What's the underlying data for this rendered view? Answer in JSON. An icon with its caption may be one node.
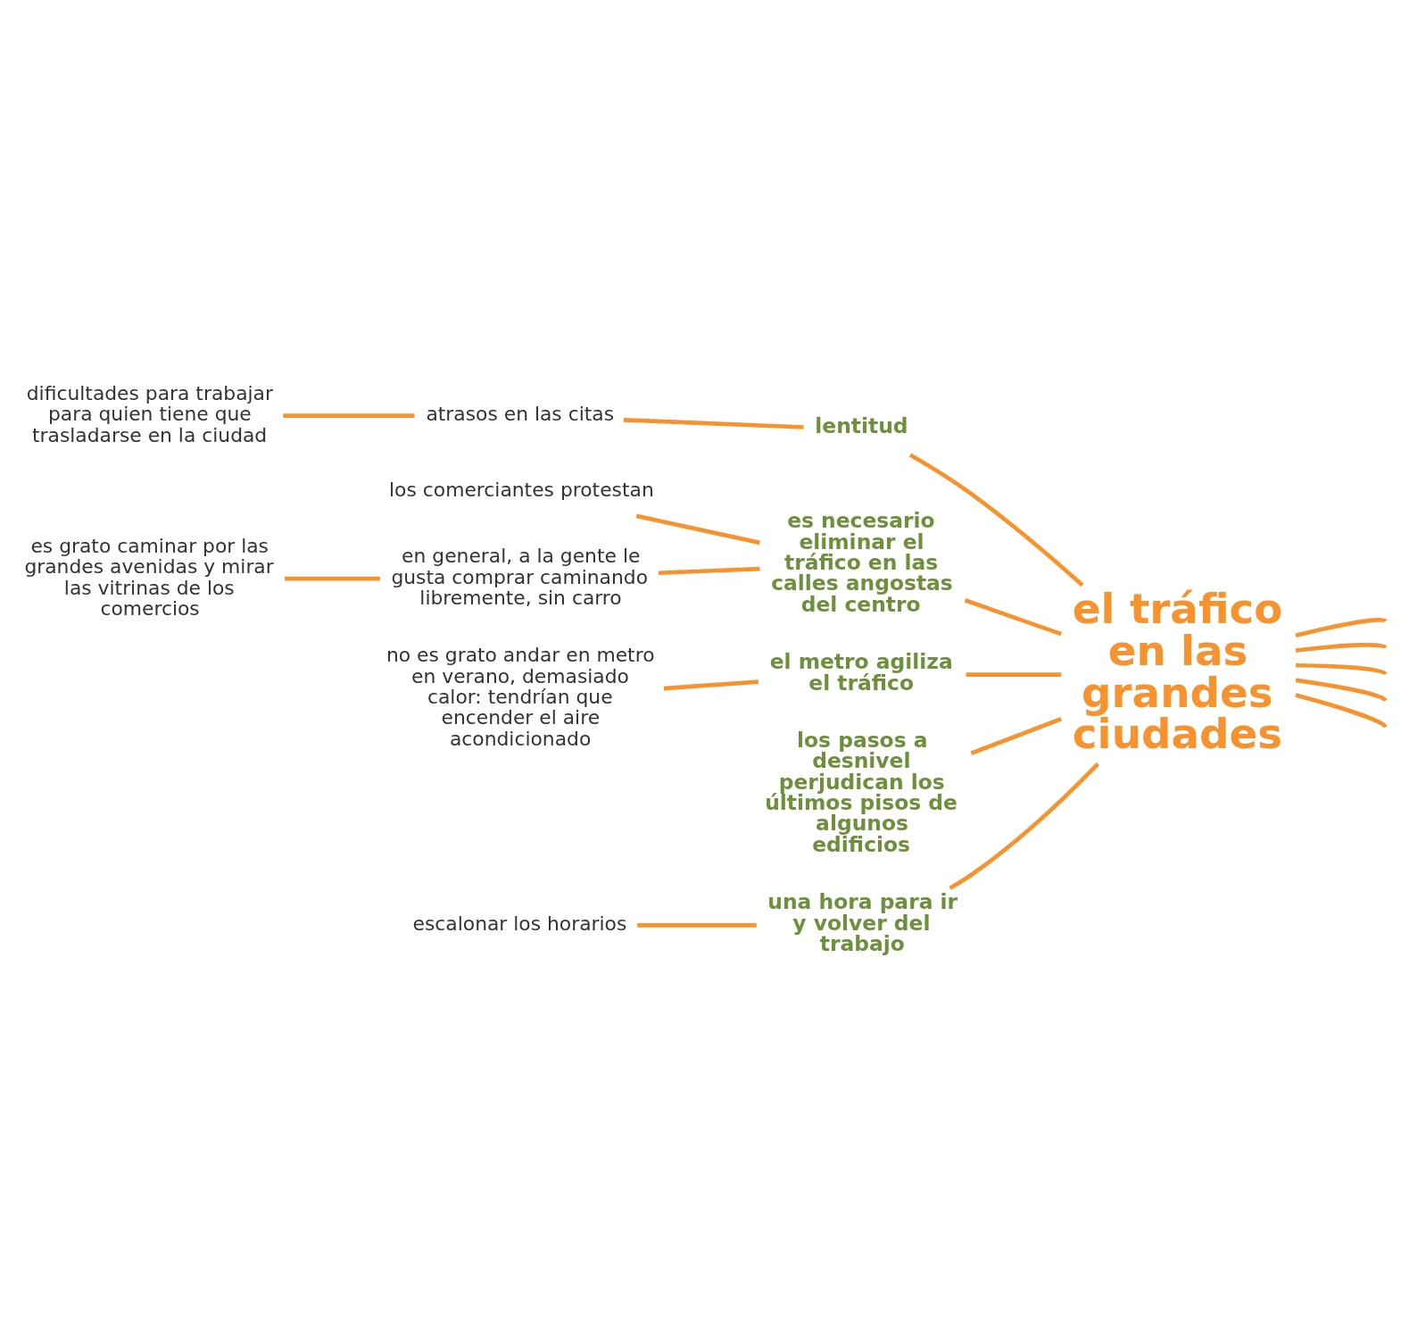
{
  "diagram": {
    "nodes": [
      {
        "text": [
          "el tráfico en las grandes ciudades"
        ]
      },
      {
        "text": [
          "lentitud"
        ]
      },
      {
        "text": [
          "atrasos en las citas"
        ]
      },
      {
        "text": [
          "dificultades para trabajar para quien tiene que trasladarse en la ciudad"
        ]
      },
      {
        "text": [
          "es necesario eliminar el tráfico en las calles angostas del centro"
        ]
      },
      {
        "text": [
          "los comerciantes protestan"
        ]
      },
      {
        "text": [
          "en general, a la gente le gusta comprar caminando libremente, sin carro"
        ]
      },
      {
        "text": [
          "es grato caminar por las grandes avenidas y mirar las vitrinas de los comercios"
        ]
      },
      {
        "text": [
          "el metro agiliza el tráfico"
        ]
      },
      {
        "text": [
          "no es grato andar en metro en verano, demasiado calor: tendrían que encender el aire acondicionado"
        ]
      },
      {
        "text": [
          "los pasos a desnivel perjudican los últimos pisos de algunos edificios"
        ]
      },
      {
        "text": [
          "una hora para ir y volver del trabajo"
        ]
      },
      {
        "text": [
          "escalonar los horarios"
        ]
      }
    ],
    "edges": [
      {
        "from": 0,
        "to": 1,
        "arrow": "none"
      },
      {
        "from": 1,
        "to": 2,
        "arrow": "none"
      },
      {
        "from": 2,
        "to": 3,
        "arrow": "none"
      },
      {
        "from": 0,
        "to": 4,
        "arrow": "none"
      },
      {
        "from": 4,
        "to": 5,
        "arrow": "none"
      },
      {
        "from": 4,
        "to": 6,
        "arrow": "none"
      },
      {
        "from": 6,
        "to": 7,
        "arrow": "none"
      },
      {
        "from": 0,
        "to": 8,
        "arrow": "none"
      },
      {
        "from": 8,
        "to": 9,
        "arrow": "none"
      },
      {
        "from": 0,
        "to": 10,
        "arrow": "none"
      },
      {
        "from": 0,
        "to": 11,
        "arrow": "none"
      },
      {
        "from": 11,
        "to": 12,
        "arrow": "none"
      },
      {
        "from": 0,
        "to": null,
        "arrow": "none"
      },
      {
        "from": 0,
        "to": null,
        "arrow": "none"
      },
      {
        "from": 0,
        "to": null,
        "arrow": "none"
      },
      {
        "from": 0,
        "to": null,
        "arrow": "none"
      },
      {
        "from": 0,
        "to": null,
        "arrow": "none"
      }
    ]
  }
}
